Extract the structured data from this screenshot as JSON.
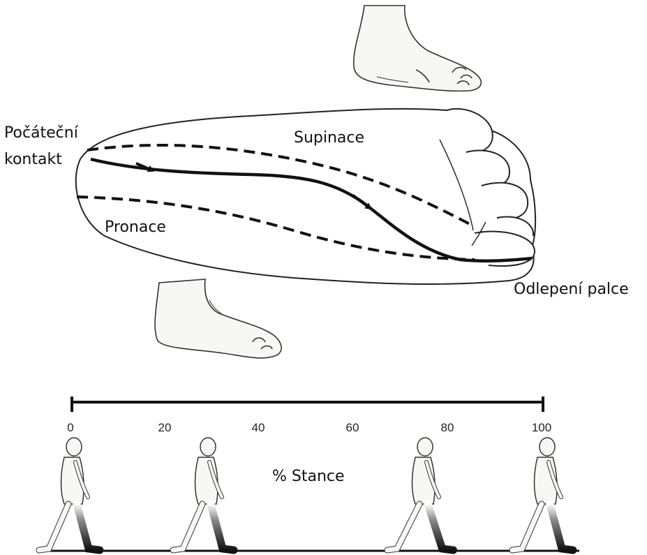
{
  "labels": {
    "initial_contact_line1": "Počáteční",
    "initial_contact_line2": "kontakt",
    "supination": "Supinace",
    "pronation": "Pronace",
    "toe_off": "Odlepení palce",
    "stance_axis": "% Stance"
  },
  "axis_ticks": [
    "0",
    "20",
    "40",
    "60",
    "80",
    "100"
  ],
  "colors": {
    "ink": "#111111",
    "skin": "#f7f7f5",
    "leg_shade": "#1a1a1a"
  }
}
